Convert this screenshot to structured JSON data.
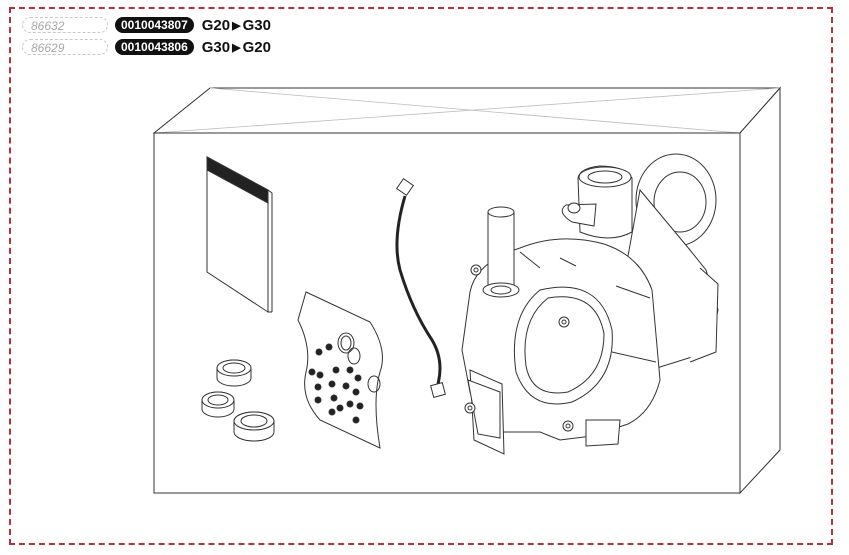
{
  "kits": [
    {
      "ref": "86632",
      "code": "0010043807",
      "from_gas": "G20",
      "to_gas": "G30"
    },
    {
      "ref": "86629",
      "code": "0010043806",
      "from_gas": "G30",
      "to_gas": "G20"
    }
  ],
  "conversion_arrow": "▶",
  "colors": {
    "frame": "#b5303f",
    "badge": "#111111",
    "ref_text": "#a8a8a8"
  },
  "illustration": [
    "instruction-leaflet",
    "seal-rings",
    "screw-kit-bag",
    "connection-cable",
    "gas-valve"
  ]
}
